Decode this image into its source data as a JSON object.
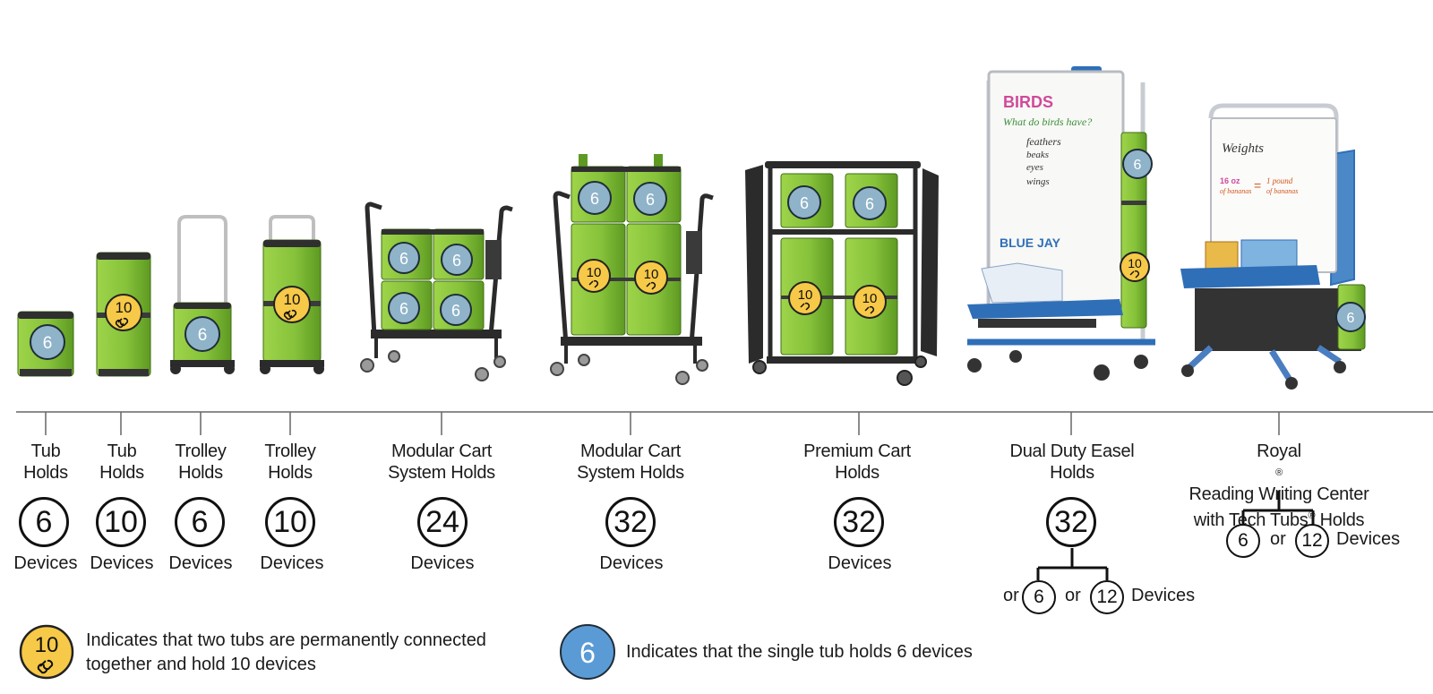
{
  "colors": {
    "tub_green": "#8cc63f",
    "tub_green_dark": "#5e9a22",
    "frame_dark": "#2b2b2b",
    "easel_blue": "#2f6fb8",
    "badge_blue": "#5b9bd5",
    "badge_blue_small": "#8fb3c9",
    "badge_yellow": "#f7c948",
    "line_gray": "#666666"
  },
  "badges": {
    "tub_1": "6",
    "tub_2": "10",
    "trolley_1": "6",
    "trolley_2": "10",
    "cart24_1": "6",
    "cart24_2": "6",
    "cart24_3": "6",
    "cart24_4": "6",
    "cart32_1": "6",
    "cart32_2": "6",
    "cart32_3": "10",
    "cart32_4": "10",
    "premium_1": "6",
    "premium_2": "6",
    "premium_3": "10",
    "premium_4": "10",
    "easel_1": "6",
    "easel_2": "10",
    "royal_1": "6"
  },
  "whiteboards": {
    "easel_title": "BIRDS",
    "easel_question": "What do birds have?",
    "easel_items": [
      "feathers",
      "beaks",
      "eyes",
      "wings"
    ],
    "easel_word": "BLUE JAY",
    "royal_title": "Weights",
    "royal_eq_left_num": "16 oz",
    "royal_eq_left_unit": "of bananas",
    "royal_eq_sign": "=",
    "royal_eq_right_num": "1 pound",
    "royal_eq_right_unit": "of bananas"
  },
  "products": [
    {
      "line1": "Tub",
      "line2": "Holds",
      "count": "6",
      "unit": "Devices"
    },
    {
      "line1": "Tub",
      "line2": "Holds",
      "count": "10",
      "unit": "Devices"
    },
    {
      "line1": "Trolley",
      "line2": "Holds",
      "count": "6",
      "unit": "Devices"
    },
    {
      "line1": "Trolley",
      "line2": "Holds",
      "count": "10",
      "unit": "Devices"
    },
    {
      "line1": "Modular Cart",
      "line2": "System Holds",
      "count": "24",
      "unit": "Devices"
    },
    {
      "line1": "Modular Cart",
      "line2": "System Holds",
      "count": "32",
      "unit": "Devices"
    },
    {
      "line1": "Premium Cart",
      "line2": "Holds",
      "count": "32",
      "unit": "Devices"
    },
    {
      "line1": "Dual Duty Easel",
      "line2": "Holds",
      "count": "32",
      "unit": "Devices",
      "or1": "or",
      "opt1": "6",
      "or2": "or",
      "opt2": "12"
    },
    {
      "line1": "Royal",
      "reg1": "®",
      "line1b": " Reading Writing Center",
      "line2a": "with Tech Tubs",
      "reg2": "®",
      "line2b": " Holds",
      "opt1": "6",
      "or1": "or",
      "opt2": "12",
      "unit": "Devices"
    }
  ],
  "legend": [
    {
      "badge": "10",
      "line1": "Indicates that two tubs are permanently connected",
      "line2": "together and hold 10 devices"
    },
    {
      "badge": "6",
      "line1": "Indicates that the single tub holds 6 devices"
    }
  ]
}
